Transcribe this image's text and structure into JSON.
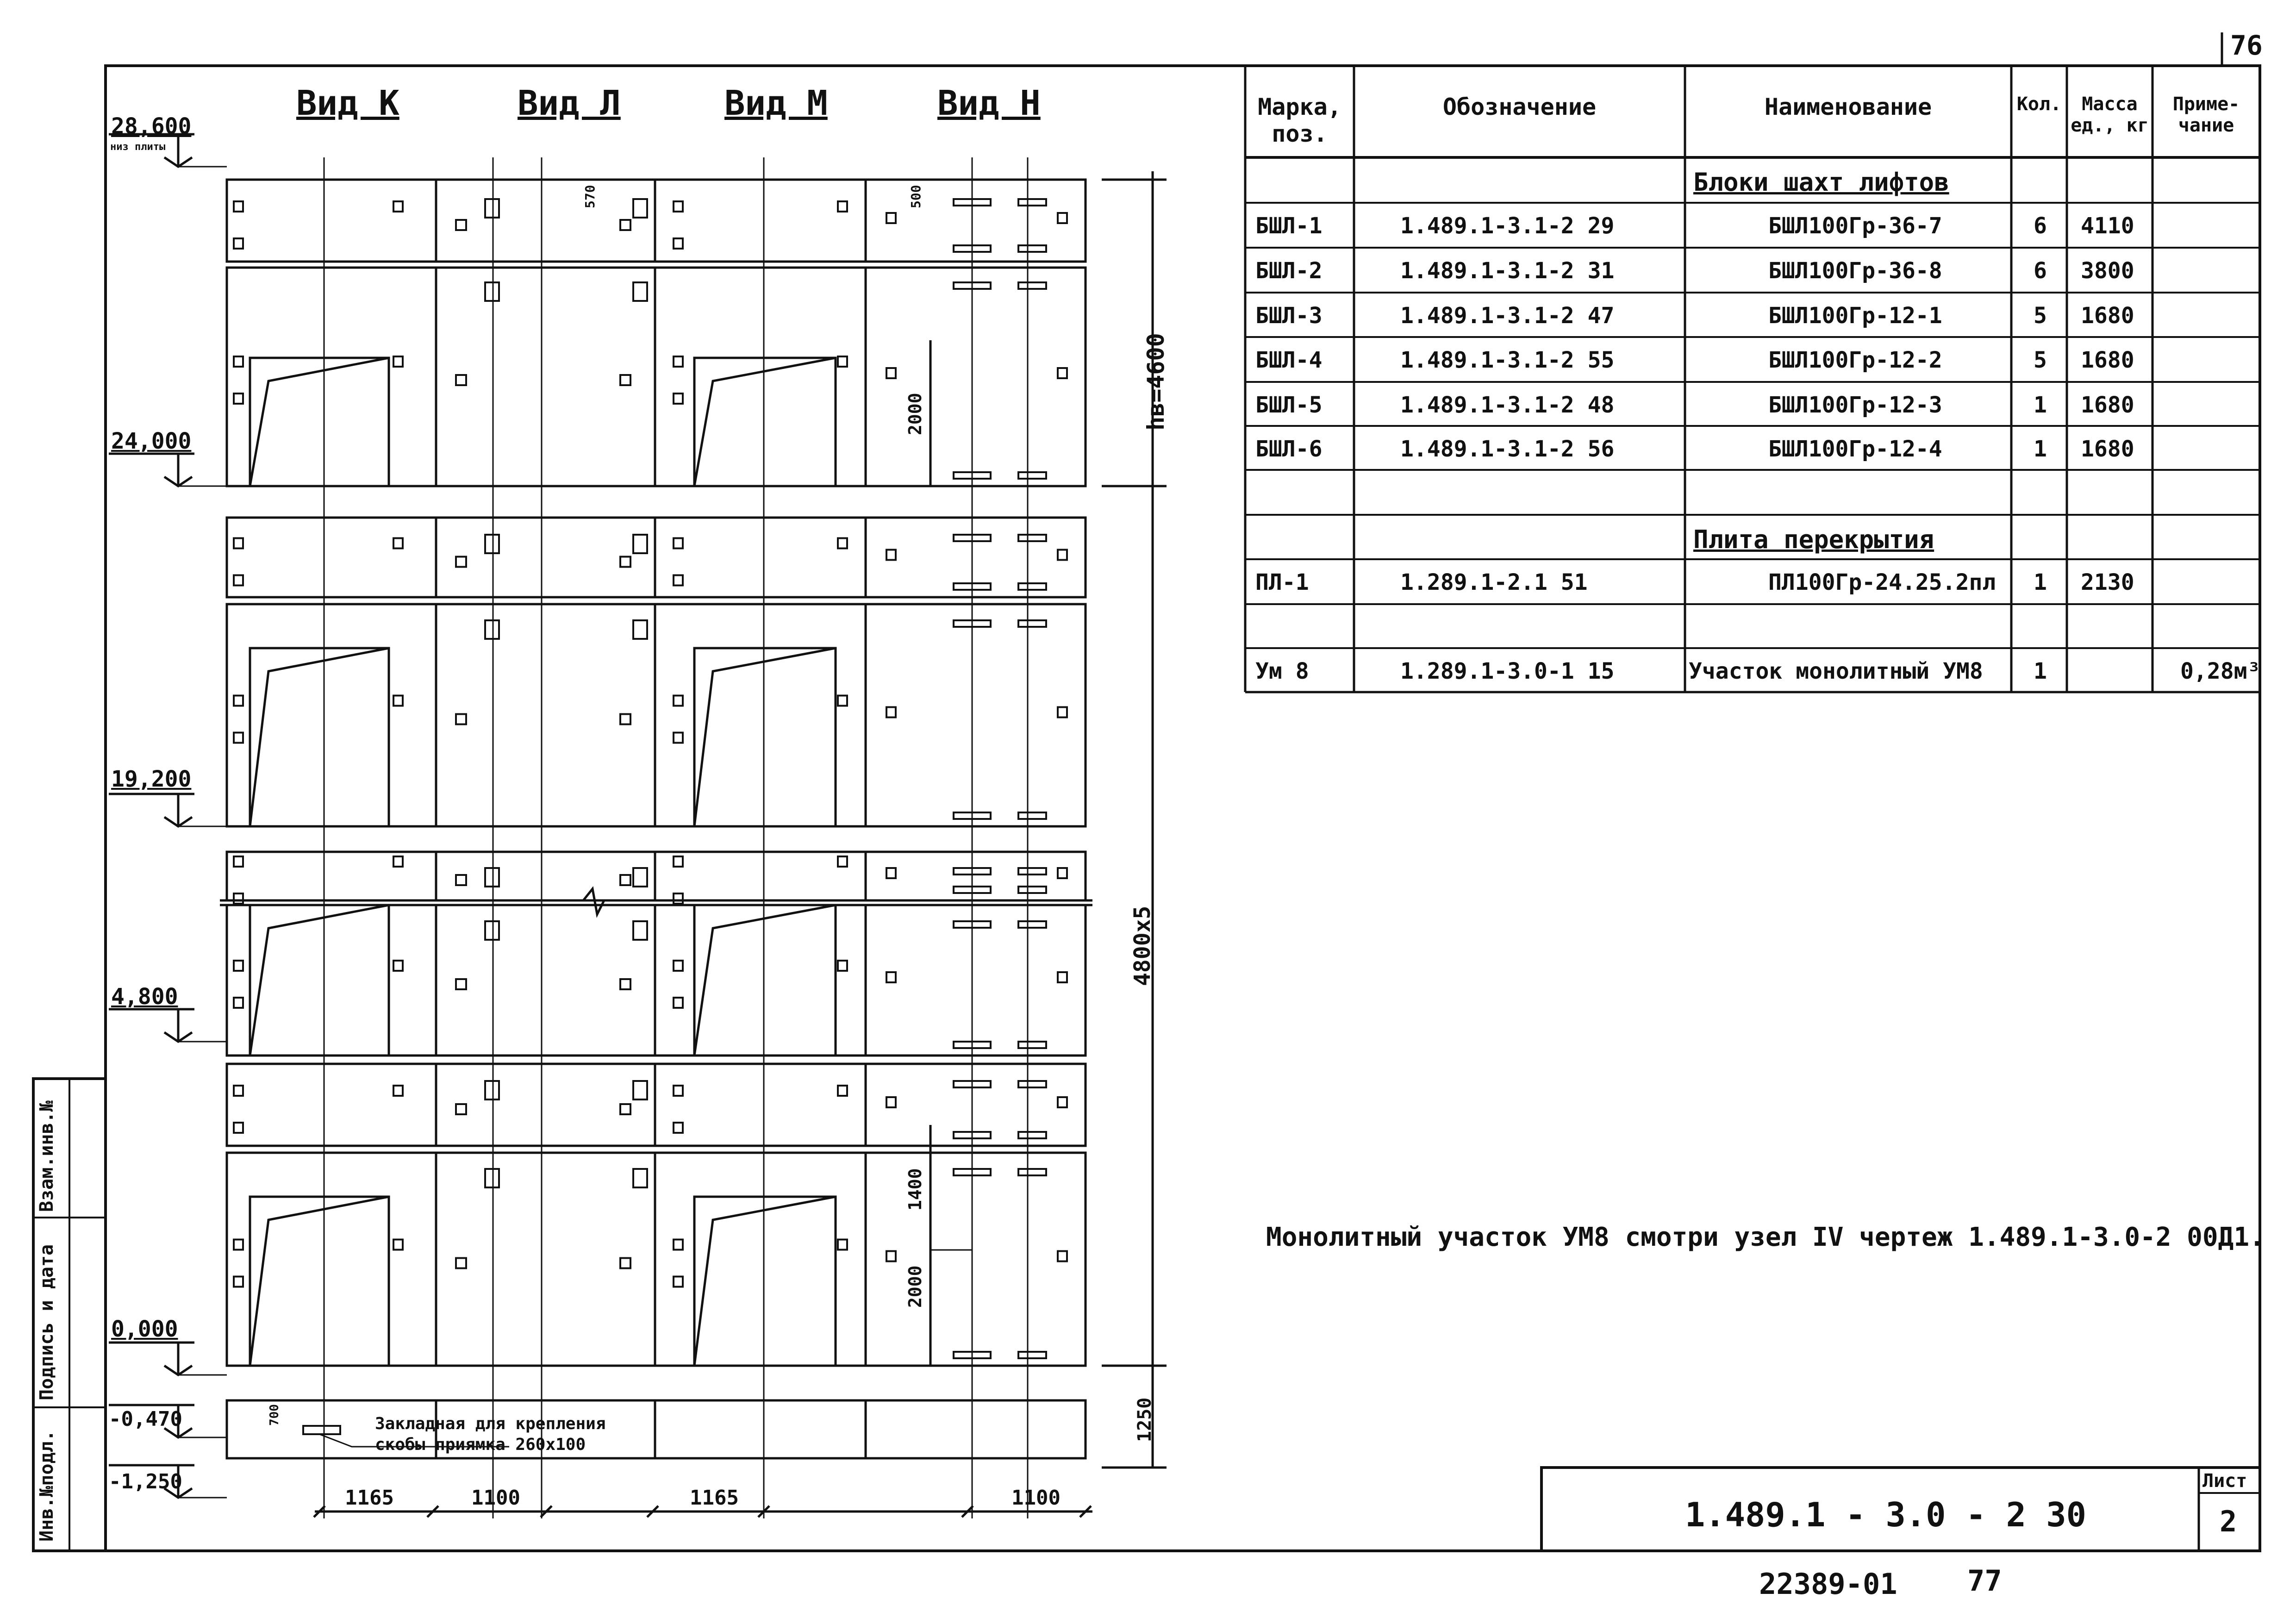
{
  "sheet": {
    "corner_number": "76",
    "designation": "1.489.1 - 3.0 - 2 30",
    "sheet_label": "Лист",
    "sheet_number": "2",
    "archive_number": "22389-01",
    "page_number": "77"
  },
  "side_stamp": {
    "cells": [
      "Инв.№подл.",
      "Подпись и дата",
      "Взам.инв.№"
    ]
  },
  "views": [
    "Вид К",
    "Вид Л",
    "Вид М",
    "Вид Н"
  ],
  "levels": [
    {
      "value": "28,600",
      "note": "низ плиты"
    },
    {
      "value": "24,000",
      "note": ""
    },
    {
      "value": "19,200",
      "note": ""
    },
    {
      "value": "4,800",
      "note": ""
    },
    {
      "value": "0,000",
      "note": ""
    },
    {
      "value": "-0,470",
      "note": ""
    },
    {
      "value": "-1,250",
      "note": ""
    }
  ],
  "dimensions": {
    "top_small_1": "570",
    "top_small_2": "500",
    "height_label": "hв=4600",
    "total_height": "4800x5",
    "pit_height": "1250",
    "door_2000_a": "2000",
    "door_2000_b": "2000",
    "door_1400": "1400",
    "pit_700": "700",
    "bottom": [
      "1165",
      "1100",
      "1165",
      "1100"
    ]
  },
  "pit_note": {
    "line1": "Закладная для крепления",
    "line2": "скобы приямка 260x100"
  },
  "spec_table": {
    "headers": [
      "Марка, поз.",
      "Обозначение",
      "Наименование",
      "Кол.",
      "Масса ед., кг",
      "Приме- чание"
    ],
    "rows": [
      {
        "mark": "",
        "designation": "",
        "name": "Блоки шахт лифтов",
        "qty": "",
        "mass": "",
        "note": "",
        "section": true
      },
      {
        "mark": "БШЛ-1",
        "designation": "1.489.1-3.1-2 29",
        "name": "БШЛ100Гр-36-7",
        "qty": "6",
        "mass": "4110",
        "note": ""
      },
      {
        "mark": "БШЛ-2",
        "designation": "1.489.1-3.1-2 31",
        "name": "БШЛ100Гр-36-8",
        "qty": "6",
        "mass": "3800",
        "note": ""
      },
      {
        "mark": "БШЛ-3",
        "designation": "1.489.1-3.1-2 47",
        "name": "БШЛ100Гр-12-1",
        "qty": "5",
        "mass": "1680",
        "note": ""
      },
      {
        "mark": "БШЛ-4",
        "designation": "1.489.1-3.1-2 55",
        "name": "БШЛ100Гр-12-2",
        "qty": "5",
        "mass": "1680",
        "note": ""
      },
      {
        "mark": "БШЛ-5",
        "designation": "1.489.1-3.1-2 48",
        "name": "БШЛ100Гр-12-3",
        "qty": "1",
        "mass": "1680",
        "note": ""
      },
      {
        "mark": "БШЛ-6",
        "designation": "1.489.1-3.1-2 56",
        "name": "БШЛ100Гр-12-4",
        "qty": "1",
        "mass": "1680",
        "note": ""
      },
      {
        "mark": "",
        "designation": "",
        "name": "",
        "qty": "",
        "mass": "",
        "note": ""
      },
      {
        "mark": "",
        "designation": "",
        "name": "Плита перекрытия",
        "qty": "",
        "mass": "",
        "note": "",
        "section": true
      },
      {
        "mark": "ПЛ-1",
        "designation": "1.289.1-2.1 51",
        "name": "ПЛ100Гр-24.25.2пл",
        "qty": "1",
        "mass": "2130",
        "note": ""
      },
      {
        "mark": "",
        "designation": "",
        "name": "",
        "qty": "",
        "mass": "",
        "note": ""
      },
      {
        "mark": "Ум 8",
        "designation": "1.289.1-3.0-1 15",
        "name": "Участок монолитный УМ8",
        "qty": "1",
        "mass": "",
        "note": "0,28м³"
      }
    ]
  },
  "note": "Монолитный участок УМ8 смотри узел IV чертеж 1.489.1-3.0-2 00Д1."
}
